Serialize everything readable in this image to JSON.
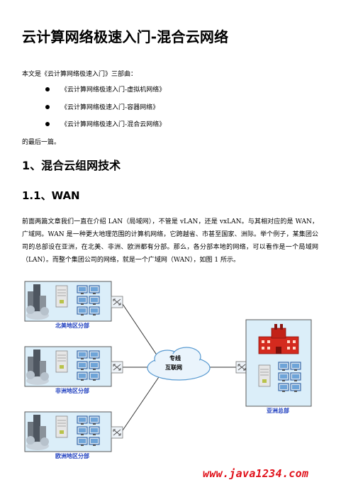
{
  "doc": {
    "title": "云计算网络极速入门-混合云网络",
    "intro": "本文是《云计算网络极速入门》三部曲：",
    "bullets": [
      "《云计算网络极速入门-虚拟机网络》",
      "《云计算网络极速入门-容器网络》",
      "《云计算网络极速入门-混合云网络》"
    ],
    "outro": "的最后一篇。",
    "section1": "1、混合云组网技术",
    "section1_1": "1.1、WAN",
    "paragraph": "前面两篇文章我们一直在介绍 LAN（局域网），不管是 vLAN，还是 vxLAN。与其相对应的是 WAN，广域网。WAN 是一种更大地理范围的计算机网络，它跨越省、市甚至国家、洲际。举个例子，某集团公司的总部设在亚洲，在北美、非洲、欧洲都有分部。那么，各分部本地的网络，可以看作是一个局域网（LAN）。而整个集团公司的网络，就是一个广域网（WAN），如图 1 所示。"
  },
  "diagram": {
    "branches": [
      "北美地区分部",
      "非洲地区分部",
      "欧洲地区分部"
    ],
    "hq": "亚洲总部",
    "cloud_line1": "专线",
    "cloud_line2": "互联网"
  },
  "watermark": "www.java1234.com",
  "colors": {
    "box_fill": "#dbeef9",
    "box_stroke": "#5a5a5a",
    "label_blue": "#1f3fbf",
    "watermark_red": "#e0111a",
    "building_red": "#d42a1e"
  }
}
